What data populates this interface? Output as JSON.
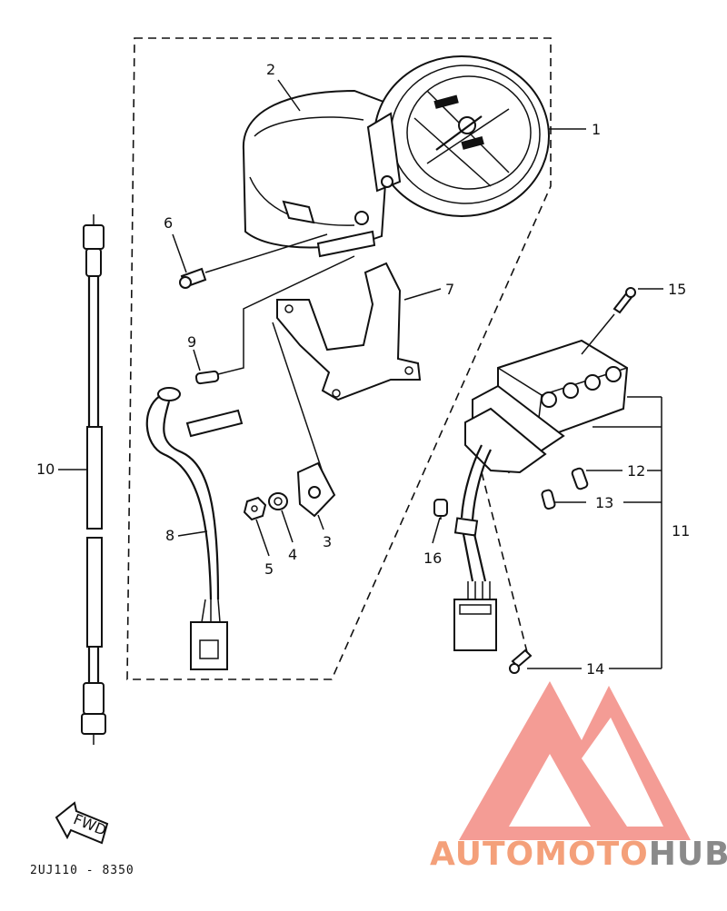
{
  "labels": {
    "p1": "1",
    "p2": "2",
    "p3": "3",
    "p4": "4",
    "p5": "5",
    "p6": "6",
    "p7": "7",
    "p8": "8",
    "p9": "9",
    "p10": "10",
    "p11": "11",
    "p12": "12",
    "p13": "13",
    "p14": "14",
    "p15": "15",
    "p16": "16"
  },
  "fwd_label": "FWD",
  "diagram_code": "2UJ110 - 8350",
  "watermark": {
    "part1": "AUTO",
    "part2": "MOTO",
    "part3": "HUB",
    "color_light": "#f4a07a",
    "color_dark": "#8a8a8a",
    "logo_color": "#f28b82"
  }
}
